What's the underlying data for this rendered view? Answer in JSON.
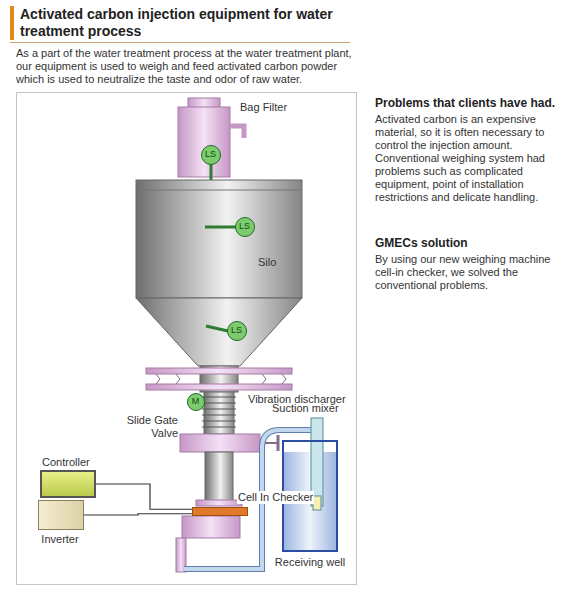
{
  "diagram": {
    "title": "Activated carbon injection equipment for water treatment process",
    "nodes": [
      {
        "text": [
          "LS"
        ]
      },
      {
        "text": [
          "LS"
        ]
      },
      {
        "text": [
          "LS"
        ]
      },
      {
        "text": [
          "M"
        ]
      },
      {
        "text": [
          "Controller"
        ]
      },
      {
        "text": [
          "Inverter"
        ]
      },
      {
        "text": [
          "Receiving well"
        ]
      },
      {
        "text": [
          "Cell In Checker"
        ]
      }
    ],
    "edges": [
      {
        "from": 4,
        "to": 7,
        "arrow": "none"
      },
      {
        "from": 5,
        "to": 7,
        "arrow": "none"
      }
    ],
    "labels": [
      "As a part of the water treatment process at the water treatment plant, our equipment is used to weigh and feed activated carbon powder which is used to neutralize the taste and odor of raw water.",
      "Bag Filter",
      "Silo",
      "Vibration discharger",
      "Slide Gate Valve",
      "Suction mixer",
      "Problems that clients have had.",
      "Activated carbon is an expensive material, so it is often necessary to control the injection amount. Conventional weighing system had problems such as complicated equipment, point of installation restrictions and delicate handling.",
      "GMECs solution",
      "By using our new weighing machine cell-in checker, we solved the conventional problems."
    ]
  }
}
